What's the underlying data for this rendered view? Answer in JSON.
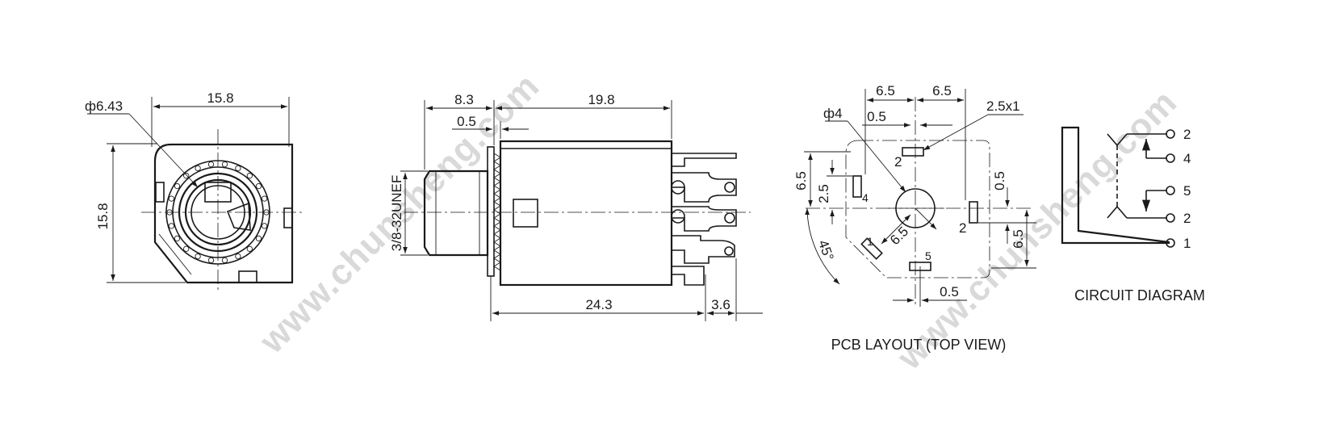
{
  "front_view": {
    "dia": "ф6.43",
    "width": "15.8",
    "height": "15.8"
  },
  "side_view": {
    "top1": "8.3",
    "top2": "19.8",
    "gap": "0.5",
    "thread": "3/8-32UNEF",
    "len": "24.3",
    "pin": "3.6"
  },
  "pcb": {
    "caption": "PCB LAYOUT (TOP VIEW)",
    "h1": "6.5",
    "h2": "6.5",
    "hole_dia": "ф4",
    "slot": "2.5x1",
    "off": "0.5",
    "v1": "6.5",
    "v2": "2.5",
    "right_off": "0.5",
    "right_v": "6.5",
    "diag": "6.5",
    "angle": "45°",
    "bottom_off": "0.5",
    "pins": [
      "2",
      "4",
      "2",
      "1",
      "5"
    ]
  },
  "circuit": {
    "caption": "CIRCUIT DIAGRAM",
    "pins": [
      "2",
      "4",
      "5",
      "2",
      "1"
    ]
  },
  "watermark": "www.chunsheng.com"
}
